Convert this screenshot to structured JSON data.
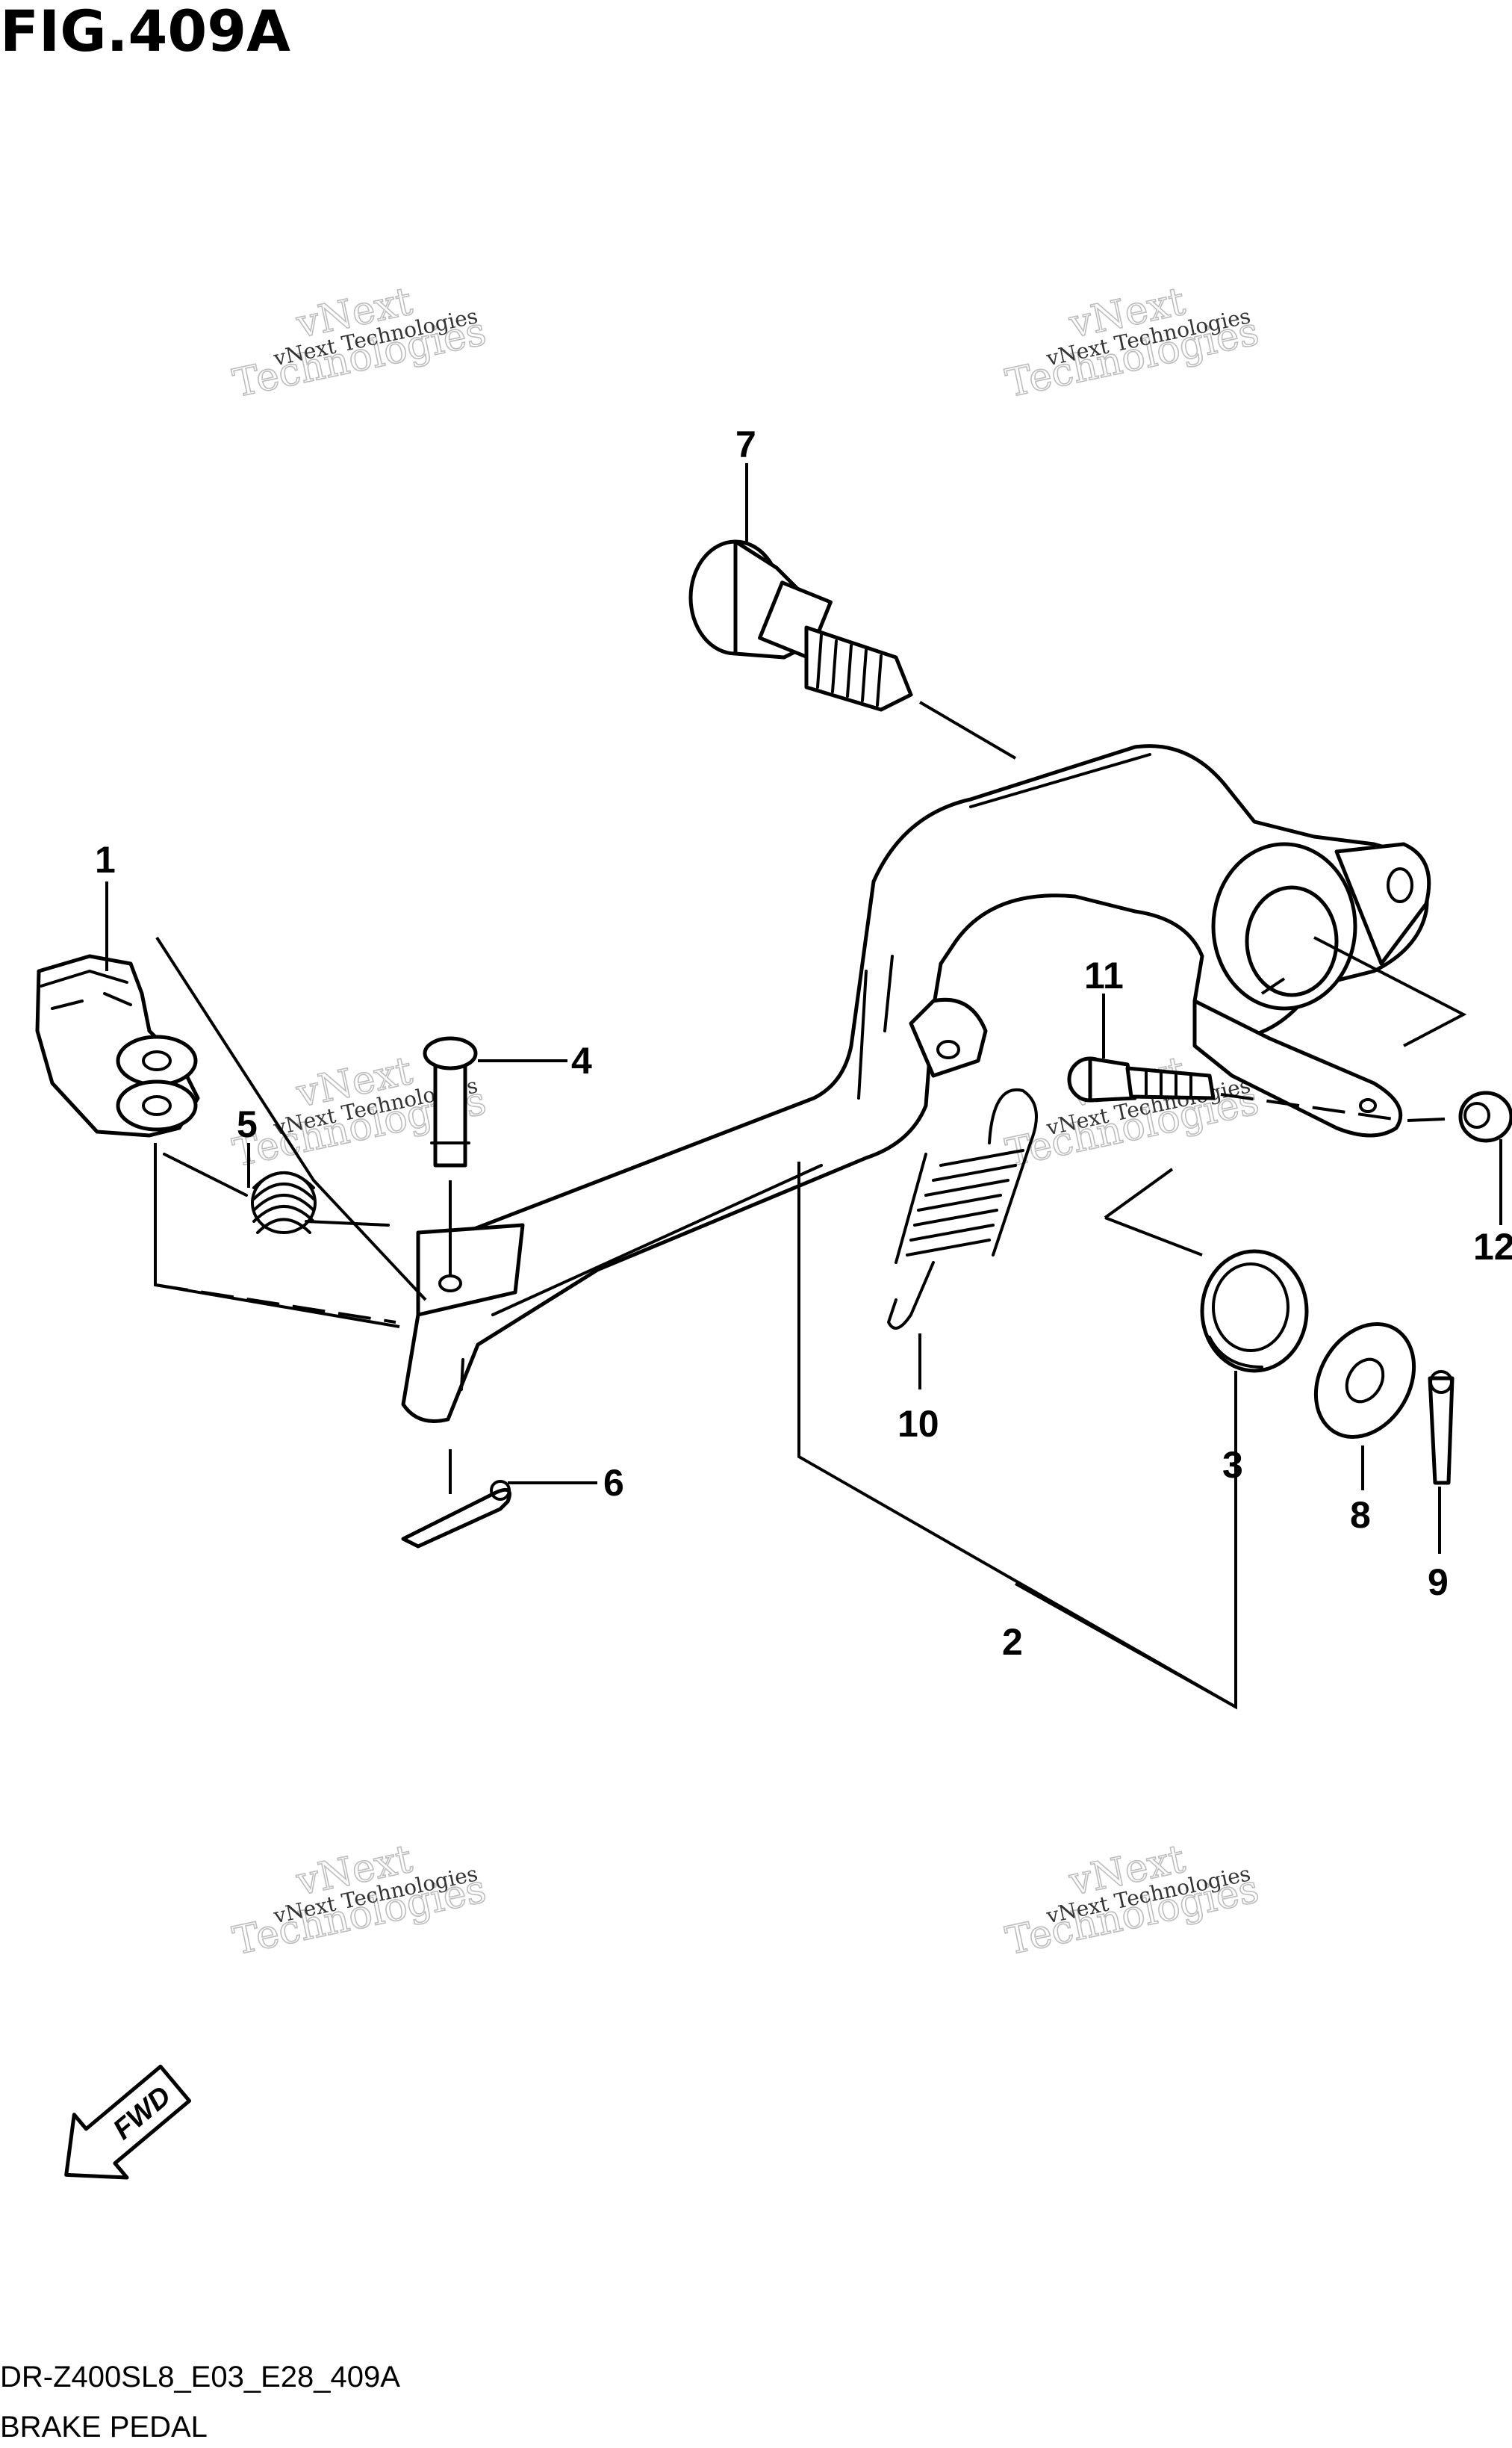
{
  "figure": {
    "title": "FIG.409A",
    "model_code": "DR-Z400SL8_E03_E28_409A",
    "caption": "BRAKE PEDAL",
    "fwd_label": "FWD"
  },
  "watermark": {
    "small_text": "vNext Technologies",
    "big_line_1": "vNext",
    "big_line_2": "Technologies"
  },
  "callouts": [
    {
      "id": "c1",
      "label": "1"
    },
    {
      "id": "c2",
      "label": "2"
    },
    {
      "id": "c3",
      "label": "3"
    },
    {
      "id": "c4",
      "label": "4"
    },
    {
      "id": "c5",
      "label": "5"
    },
    {
      "id": "c6",
      "label": "6"
    },
    {
      "id": "c7",
      "label": "7"
    },
    {
      "id": "c8",
      "label": "8"
    },
    {
      "id": "c9",
      "label": "9"
    },
    {
      "id": "c10",
      "label": "10"
    },
    {
      "id": "c11",
      "label": "11"
    },
    {
      "id": "c12",
      "label": "12"
    }
  ]
}
